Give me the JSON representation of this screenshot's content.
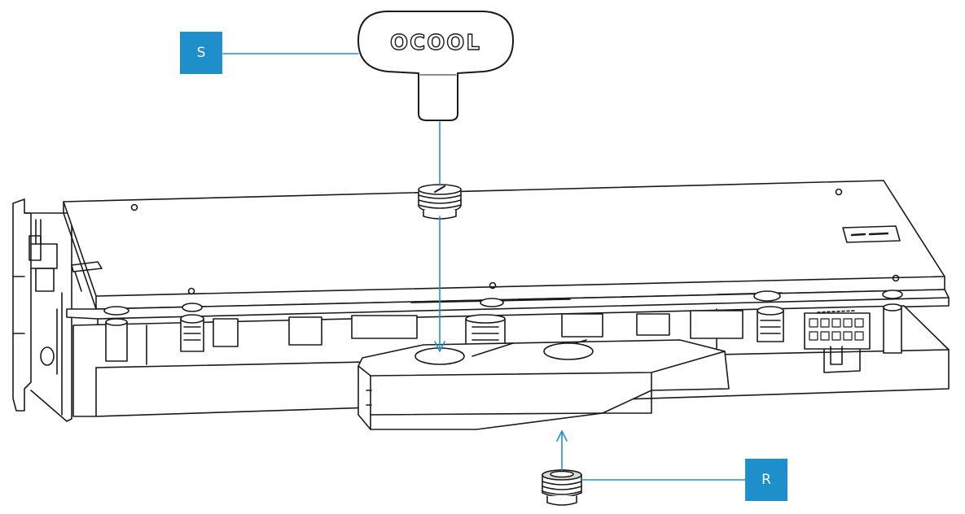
{
  "labels": {
    "s": "S",
    "r": "R"
  },
  "key_tool": {
    "logo_text": "OCOOL"
  },
  "colors": {
    "accent": "#1f8fcc",
    "line": "#1a1a1a",
    "plug_fill": "#d9d9d9"
  },
  "icons": {
    "key_tool": "fill-port-key-icon",
    "plug_top": "screw-plug-icon",
    "plug_bottom": "screw-plug-icon",
    "brand_mark": "alphacool-logo-icon"
  }
}
